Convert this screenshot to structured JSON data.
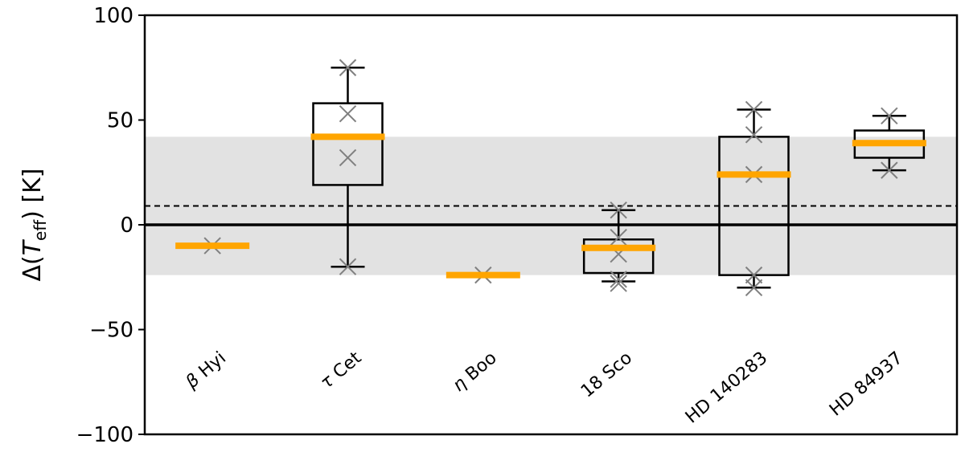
{
  "chart_data": {
    "type": "box",
    "ylabel_prefix": "Δ(",
    "ylabel_var": "T",
    "ylabel_sub": "eff",
    "ylabel_suffix": ")   [K]",
    "ylim": [
      -100,
      100
    ],
    "yticks": [
      {
        "value": 100,
        "label": "100"
      },
      {
        "value": 50,
        "label": "50"
      },
      {
        "value": 0,
        "label": "0"
      },
      {
        "value": -50,
        "label": "−50"
      },
      {
        "value": -100,
        "label": "−100"
      }
    ],
    "shaded_band": [
      -24,
      42
    ],
    "dashed_line": 9,
    "zero_line": 0,
    "colors": {
      "median": "#ffa500",
      "points": "#808080",
      "band": "#e2e2e2",
      "box": "#000000"
    },
    "categories": [
      {
        "greek": "β",
        "name": " Hyi",
        "points": [
          -10
        ],
        "median": -10
      },
      {
        "greek": "τ",
        "name": " Cet",
        "points": [
          75,
          53,
          32,
          -20
        ],
        "median": 42,
        "q1": 19,
        "q3": 58,
        "whisker_low": -20,
        "whisker_high": 75
      },
      {
        "greek": "η",
        "name": " Boo",
        "points": [
          -24
        ],
        "median": -24
      },
      {
        "greek": "",
        "name": "18 Sco",
        "points": [
          7,
          -6,
          -14,
          -26,
          -28
        ],
        "median": -11,
        "q1": -23,
        "q3": -7,
        "whisker_low": -27,
        "whisker_high": 7
      },
      {
        "greek": "",
        "name": "HD 140283",
        "points": [
          55,
          43,
          24,
          -24,
          -30
        ],
        "median": 24,
        "q1": -24,
        "q3": 42,
        "whisker_low": -30,
        "whisker_high": 55
      },
      {
        "greek": "",
        "name": "HD 84937",
        "points": [
          52,
          26
        ],
        "median": 39,
        "q1": 32,
        "q3": 45,
        "whisker_low": 26,
        "whisker_high": 52
      }
    ]
  }
}
